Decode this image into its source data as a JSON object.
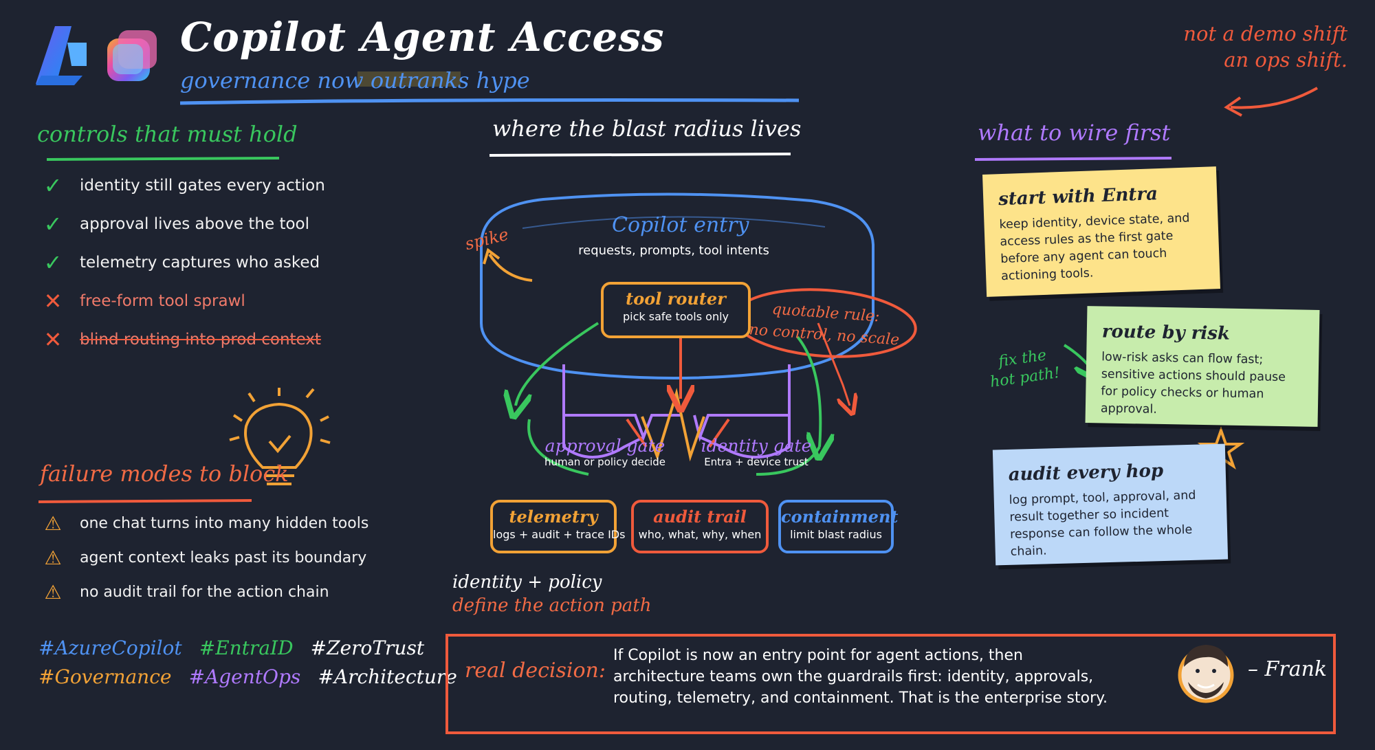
{
  "header": {
    "title": "Copilot Agent Access",
    "subtitle": "governance now outranks hype",
    "top_note_line1": "not a demo shift",
    "top_note_line2": "an ops shift."
  },
  "controls": {
    "heading": "controls that must hold",
    "items": [
      {
        "text": "identity still gates every action",
        "status": "ok"
      },
      {
        "text": "approval lives above the tool",
        "status": "ok"
      },
      {
        "text": "telemetry captures who asked",
        "status": "ok"
      },
      {
        "text": "free-form tool sprawl",
        "status": "blocked"
      },
      {
        "text": "blind routing into prod context",
        "status": "blocked"
      }
    ]
  },
  "failures": {
    "heading": "failure modes to block",
    "items": [
      "one chat turns into many hidden tools",
      "agent context leaks past its boundary",
      "no audit trail for the action chain"
    ]
  },
  "hashtags": {
    "row1": [
      "#AzureCopilot",
      "#EntraID",
      "#ZeroTrust"
    ],
    "row2": [
      "#Governance",
      "#AgentOps",
      "#Architecture"
    ]
  },
  "diagram": {
    "heading": "where the blast radius lives",
    "entry_title": "Copilot entry",
    "entry_sub": "requests, prompts, tool intents",
    "spike": "spike",
    "router_title": "tool router",
    "router_sub": "pick safe tools only",
    "rule_line1": "quotable rule:",
    "rule_line2": "no control, no scale",
    "approval_title": "approval gate",
    "approval_sub": "human or policy decide",
    "identity_title": "identity gate",
    "identity_sub": "Entra + device trust",
    "telemetry_title": "telemetry",
    "telemetry_sub": "logs + audit + trace IDs",
    "audit_title": "audit trail",
    "audit_sub": "who, what, why, when",
    "containment_title": "containment",
    "containment_sub": "limit blast radius",
    "caption1": "identity + policy",
    "caption2": "define the action path"
  },
  "wire_first": {
    "heading": "what to wire first",
    "fix_note_line1": "fix the",
    "fix_note_line2": "hot path!",
    "notes": [
      {
        "title": "start with Entra",
        "body": "keep identity, device state, and access rules as the first gate before any agent can touch actioning tools."
      },
      {
        "title": "route by risk",
        "body": "low-risk asks can flow fast; sensitive actions should pause for policy checks or human approval."
      },
      {
        "title": "audit every hop",
        "body": "log prompt, tool, approval, and result together so incident response can follow the whole chain."
      }
    ]
  },
  "decision": {
    "label": "real decision:",
    "text": "If Copilot is now an entry point for agent actions, then architecture teams own the guardrails first: identity, approvals, routing, telemetry, and containment. That is the enterprise story.",
    "signature": "– Frank"
  },
  "icons": {
    "ok": "✓",
    "blocked": "✕",
    "warn": "⚠"
  },
  "colors": {
    "background": "#1e2330",
    "blue": "#4f92f2",
    "green": "#39c75e",
    "orange": "#f2a236",
    "red": "#f05a3c",
    "purple": "#b07aff"
  }
}
